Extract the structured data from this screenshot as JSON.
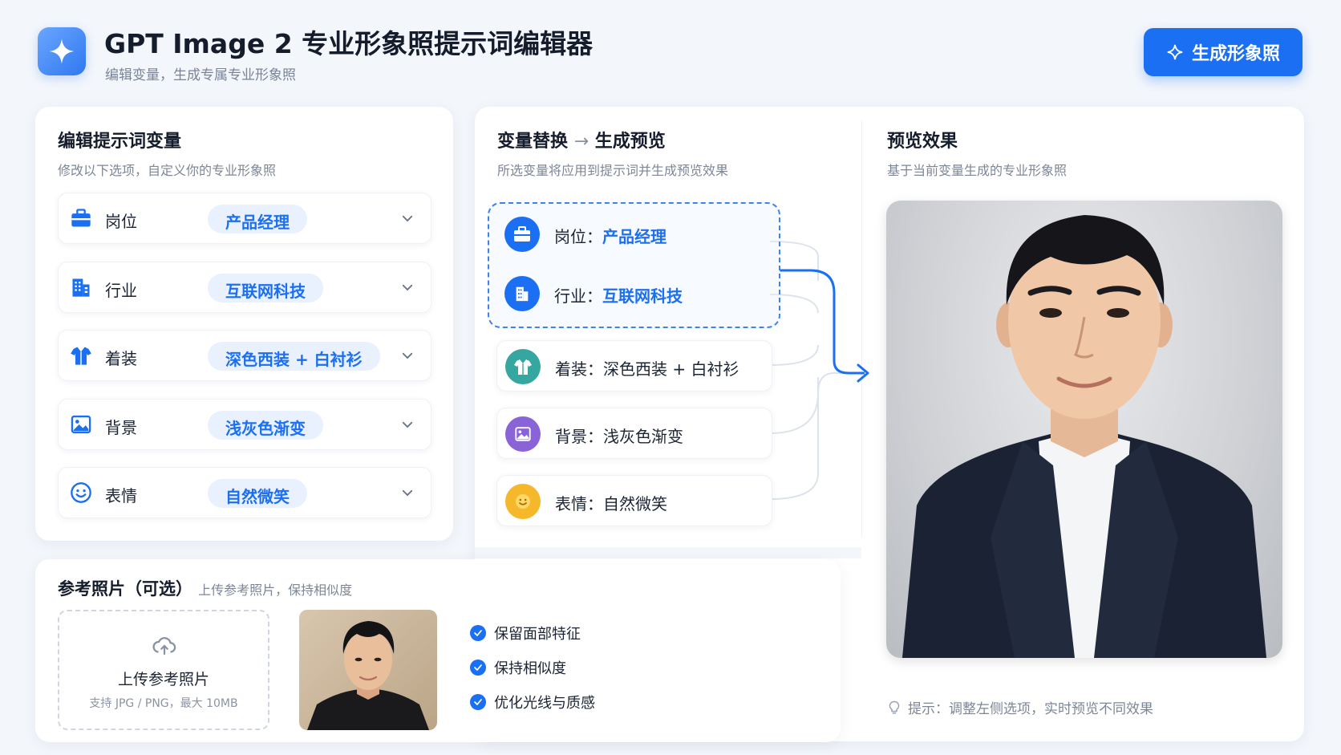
{
  "header": {
    "title": "GPT Image 2 专业形象照提示词编辑器",
    "subtitle": "编辑变量，生成专属专业形象照",
    "generate_button": "生成形象照"
  },
  "edit_panel": {
    "title": "编辑提示词变量",
    "subtitle": "修改以下选项，自定义你的专业形象照",
    "rows": [
      {
        "label": "岗位",
        "value": "产品经理",
        "icon": "briefcase-icon"
      },
      {
        "label": "行业",
        "value": "互联网科技",
        "icon": "building-icon"
      },
      {
        "label": "着装",
        "value": "深色西装 + 白衬衫",
        "icon": "shirt-icon"
      },
      {
        "label": "背景",
        "value": "浅灰色渐变",
        "icon": "image-icon"
      },
      {
        "label": "表情",
        "value": "自然微笑",
        "icon": "smile-icon"
      }
    ]
  },
  "replace_panel": {
    "title_left": "变量替换",
    "title_arrow": "→",
    "title_right": "生成预览",
    "subtitle": "所选变量将应用到提示词并生成预览效果",
    "items": [
      {
        "label": "岗位：",
        "value": "产品经理",
        "color": "#1b6ff2"
      },
      {
        "label": "行业：",
        "value": "互联网科技",
        "color": "#1b6ff2"
      },
      {
        "label": "着装：",
        "value": "深色西装 + 白衬衫",
        "color": "#35a7a0"
      },
      {
        "label": "背景：",
        "value": "浅灰色渐变",
        "color": "#8a63d9"
      },
      {
        "label": "表情：",
        "value": "自然微笑",
        "color": "#f5b82a"
      }
    ]
  },
  "preview_panel": {
    "title": "预览效果",
    "subtitle": "基于当前变量生成的专业形象照",
    "tip": "提示：调整左侧选项，实时预览不同效果"
  },
  "reference_panel": {
    "title": "参考照片（可选）",
    "subtitle": "上传参考照片，保持相似度",
    "upload_label": "上传参考照片",
    "upload_hint": "支持 JPG / PNG，最大 10MB",
    "checks": [
      "保留面部特征",
      "保持相似度",
      "优化光线与质感"
    ]
  },
  "colors": {
    "accent": "#1b6ff2",
    "background": "#f3f6fb"
  }
}
